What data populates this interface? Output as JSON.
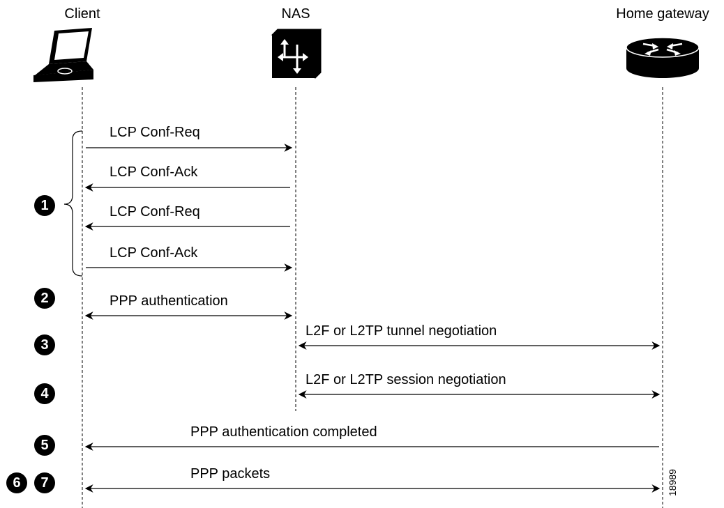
{
  "actors": {
    "client": "Client",
    "nas": "NAS",
    "home_gateway": "Home gateway"
  },
  "messages": [
    {
      "label": "LCP Conf-Req",
      "from": "client",
      "to": "nas",
      "direction": "right"
    },
    {
      "label": "LCP Conf-Ack",
      "from": "nas",
      "to": "client",
      "direction": "left"
    },
    {
      "label": "LCP Conf-Req",
      "from": "nas",
      "to": "client",
      "direction": "left"
    },
    {
      "label": "LCP Conf-Ack",
      "from": "client",
      "to": "nas",
      "direction": "right"
    },
    {
      "label": "PPP authentication",
      "from": "client",
      "to": "nas",
      "direction": "both"
    },
    {
      "label": "L2F or L2TP tunnel negotiation",
      "from": "nas",
      "to": "home_gateway",
      "direction": "both"
    },
    {
      "label": "L2F or L2TP session negotiation",
      "from": "nas",
      "to": "home_gateway",
      "direction": "both"
    },
    {
      "label": "PPP authentication completed",
      "from": "home_gateway",
      "to": "client",
      "direction": "left"
    },
    {
      "label": "PPP packets",
      "from": "client",
      "to": "home_gateway",
      "direction": "both"
    }
  ],
  "steps": [
    "1",
    "2",
    "3",
    "4",
    "5",
    "6",
    "7"
  ],
  "figure_id": "18989",
  "icons": {
    "client": "laptop-icon",
    "nas": "nas-switch-icon",
    "home_gateway": "router-icon"
  }
}
